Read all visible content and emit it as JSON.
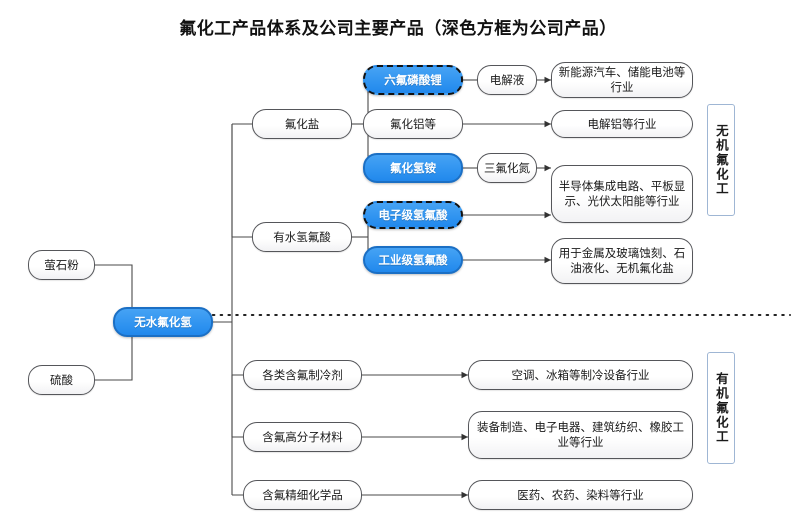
{
  "title": "氟化工产品体系及公司主要产品（深色方框为公司产品）",
  "colors": {
    "company_product_fill": "#2f93f0",
    "plain_border": "#55565a",
    "side_label_border": "#9fb6d4",
    "wire": "#4a4a4a"
  },
  "inputs": [
    {
      "label": "萤石粉"
    },
    {
      "label": "硫酸"
    }
  ],
  "root": {
    "label": "无水氟化氢",
    "is_company_product": true
  },
  "inorganic": {
    "side_label": "无机氟化工",
    "level2": [
      {
        "label": "氟化盐"
      },
      {
        "label": "有水氢氟酸"
      }
    ],
    "level3": [
      {
        "label": "六氟磷酸锂",
        "is_company_product": true,
        "border": "dashed"
      },
      {
        "label": "氟化铝等",
        "is_company_product": false
      },
      {
        "label": "氟化氢铵",
        "is_company_product": true,
        "border": "solid"
      },
      {
        "label": "电子级氢氟酸",
        "is_company_product": true,
        "border": "dashed"
      },
      {
        "label": "工业级氢氟酸",
        "is_company_product": true,
        "border": "solid-blue"
      }
    ],
    "level4": [
      {
        "label": "电解液"
      },
      {
        "label": "三氟化氮"
      }
    ],
    "applications": [
      {
        "label": "新能源汽车、储能电池等行业"
      },
      {
        "label": "电解铝等行业"
      },
      {
        "label": "半导体集成电路、平板显示、光伏太阳能等行业"
      },
      {
        "label": "用于金属及玻璃蚀刻、石油液化、无机氟化盐"
      }
    ]
  },
  "organic": {
    "side_label": "有机氟化工",
    "products": [
      {
        "label": "各类含氟制冷剂"
      },
      {
        "label": "含氟高分子材料"
      },
      {
        "label": "含氟精细化学品"
      }
    ],
    "applications": [
      {
        "label": "空调、冰箱等制冷设备行业"
      },
      {
        "label": "装备制造、电子电器、建筑纺织、橡胶工业等行业"
      },
      {
        "label": "医药、农药、染料等行业"
      }
    ]
  },
  "divider": {
    "style": "dotted"
  }
}
